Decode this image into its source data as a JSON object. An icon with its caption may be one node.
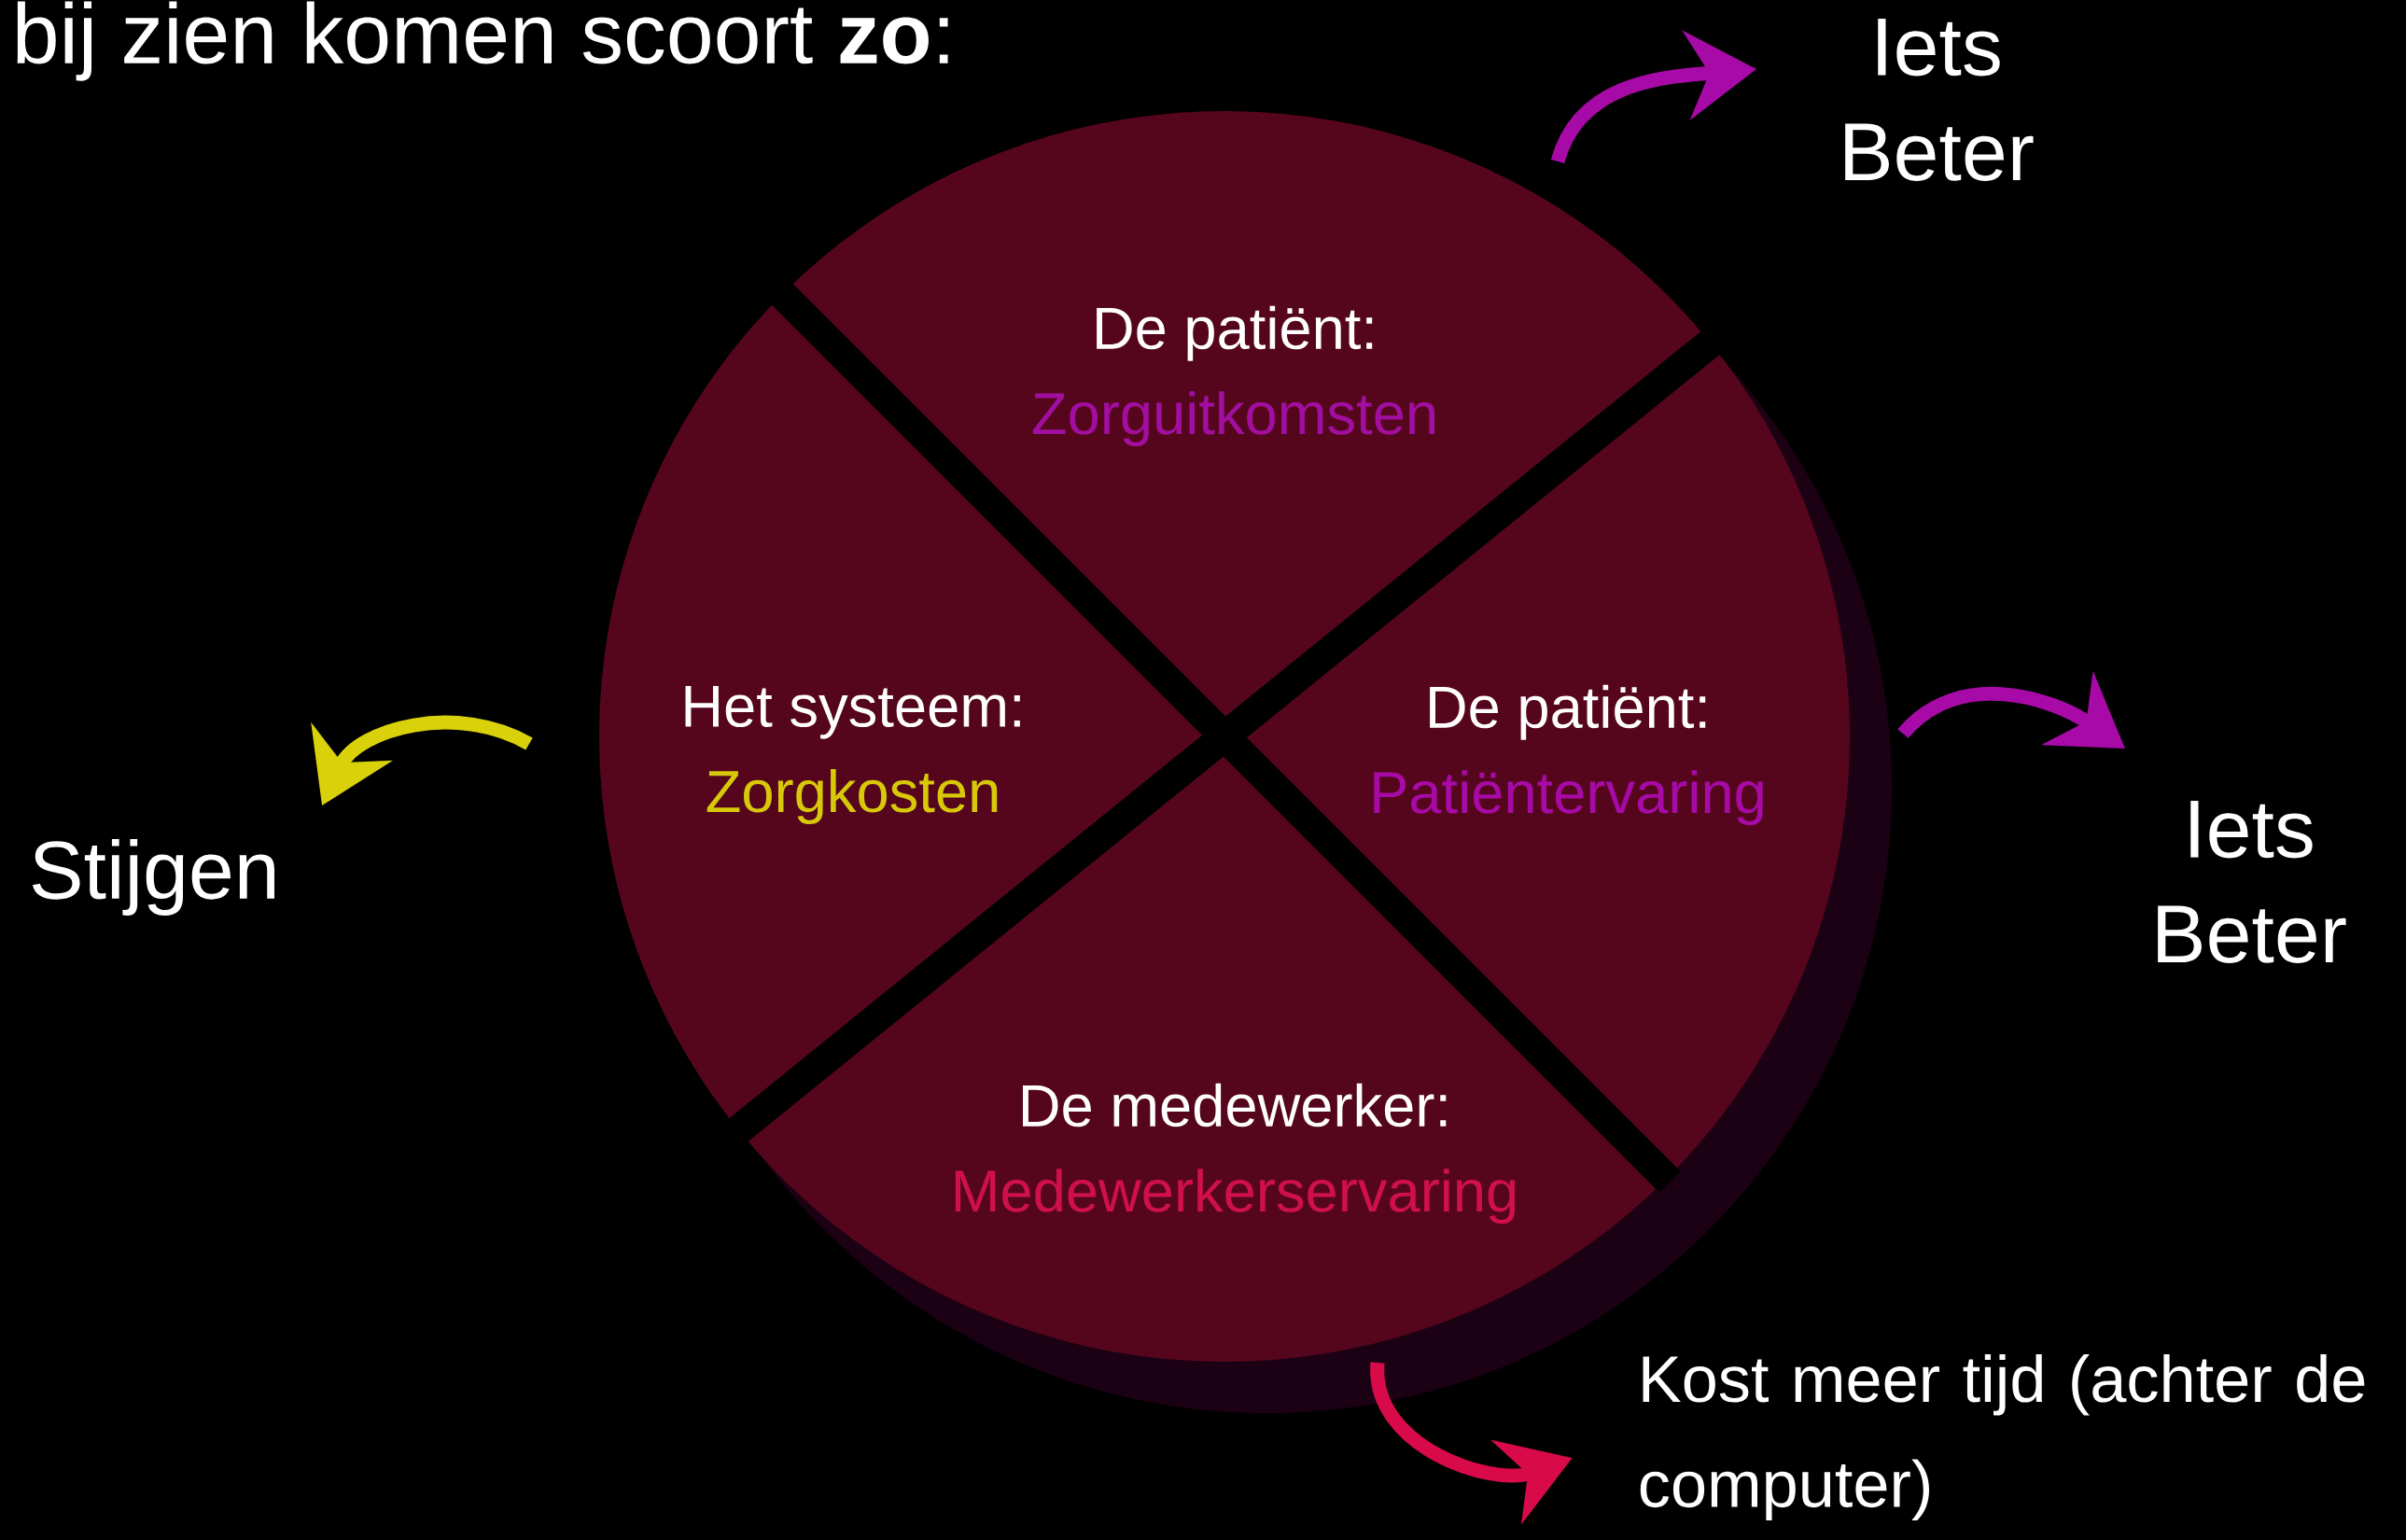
{
  "diagram": {
    "title": "bij zien komen scoort **zo**:",
    "nodes": [
      {
        "text": [
          "De patiënt:",
          "Zorguitkomsten"
        ]
      },
      {
        "text": [
          "Het systeem:",
          "Zorgkosten"
        ]
      },
      {
        "text": [
          "De patiënt:",
          "Patiëntervaring"
        ]
      },
      {
        "text": [
          "De medewerker:",
          "Medewerkerservaring"
        ]
      },
      {
        "text": [
          "Iets Beter"
        ]
      },
      {
        "text": [
          "Iets Beter"
        ]
      },
      {
        "text": [
          "Stijgen"
        ]
      },
      {
        "text": [
          "Kost meer tijd (achter de computer)"
        ]
      }
    ],
    "edges": [
      {
        "from": 0,
        "to": 4,
        "arrow": "to",
        "color": "#a80aa8"
      },
      {
        "from": 2,
        "to": 5,
        "arrow": "to",
        "color": "#a80aa8"
      },
      {
        "from": 1,
        "to": 6,
        "arrow": "to",
        "color": "#d9d10a"
      },
      {
        "from": 3,
        "to": 7,
        "arrow": "to",
        "color": "#d80a4a"
      }
    ]
  }
}
